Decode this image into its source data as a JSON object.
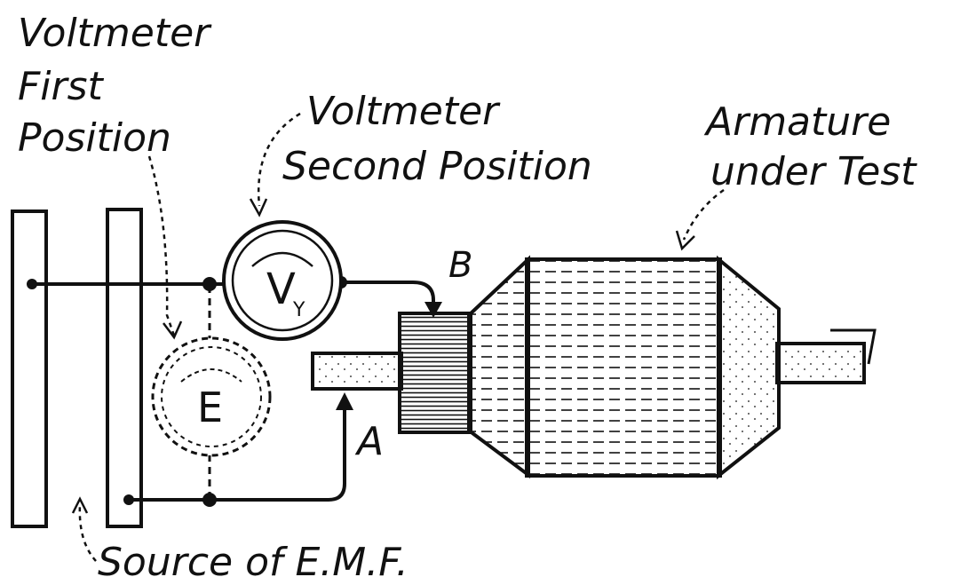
{
  "labels": {
    "voltmeter_first": [
      "Voltmeter",
      "First",
      "Position"
    ],
    "voltmeter_second": [
      "Voltmeter",
      "Second Position"
    ],
    "armature": [
      "Armature",
      "under Test"
    ],
    "source": "Source of E.M.F.",
    "point_a": "A",
    "point_b": "B"
  },
  "meters": {
    "second_position_symbol": "V",
    "second_position_subscript": "Y",
    "first_position_symbol": "E"
  },
  "colors": {
    "ink": "#111111",
    "paper": "#ffffff"
  }
}
